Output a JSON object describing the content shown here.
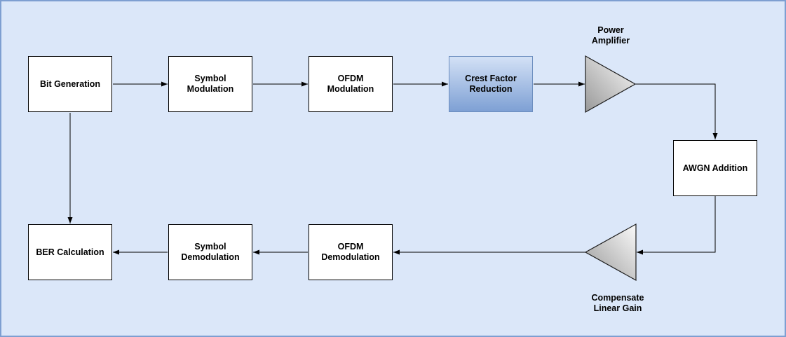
{
  "diagram": {
    "type": "block-diagram",
    "nodes": {
      "bit_generation": {
        "label": "Bit Generation"
      },
      "symbol_modulation": {
        "label": "Symbol\nModulation"
      },
      "ofdm_modulation": {
        "label": "OFDM\nModulation"
      },
      "crest_factor_reduction": {
        "label": "Crest Factor\nReduction",
        "highlighted": true
      },
      "power_amplifier": {
        "label": "Power\nAmplifier",
        "shape": "right-triangle-gain"
      },
      "awgn_addition": {
        "label": "AWGN Addition"
      },
      "compensate_linear_gain": {
        "label": "Compensate\nLinear Gain",
        "shape": "left-triangle-gain"
      },
      "ofdm_demodulation": {
        "label": "OFDM\nDemodulation"
      },
      "symbol_demodulation": {
        "label": "Symbol\nDemodulation"
      },
      "ber_calculation": {
        "label": "BER Calculation"
      }
    },
    "edges": [
      {
        "from": "bit_generation",
        "to": "symbol_modulation"
      },
      {
        "from": "symbol_modulation",
        "to": "ofdm_modulation"
      },
      {
        "from": "ofdm_modulation",
        "to": "crest_factor_reduction"
      },
      {
        "from": "crest_factor_reduction",
        "to": "power_amplifier"
      },
      {
        "from": "power_amplifier",
        "to": "awgn_addition"
      },
      {
        "from": "awgn_addition",
        "to": "compensate_linear_gain"
      },
      {
        "from": "compensate_linear_gain",
        "to": "ofdm_demodulation"
      },
      {
        "from": "ofdm_demodulation",
        "to": "symbol_demodulation"
      },
      {
        "from": "symbol_demodulation",
        "to": "ber_calculation"
      },
      {
        "from": "bit_generation",
        "to": "ber_calculation"
      }
    ],
    "colors": {
      "canvas_bg": "#dbe7f9",
      "frame_border": "#7e9fd1",
      "block_fill": "#ffffff",
      "block_border": "#000000",
      "highlight_fill_top": "#d3e1f6",
      "highlight_fill_bottom": "#7ea0d4",
      "highlight_border": "#6c8ebf",
      "gain_fill_light": "#fafafa",
      "gain_fill_dark": "#999999",
      "connector": "#000000",
      "text": "#000000"
    }
  }
}
